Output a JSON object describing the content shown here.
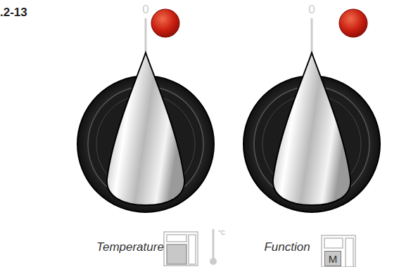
{
  "diagram": {
    "nodes": [
      {
        "text": [
          "M"
        ]
      }
    ],
    "labels": [
      ".2-13",
      "0",
      "0",
      "Temperature",
      "°C",
      "Function"
    ]
  }
}
